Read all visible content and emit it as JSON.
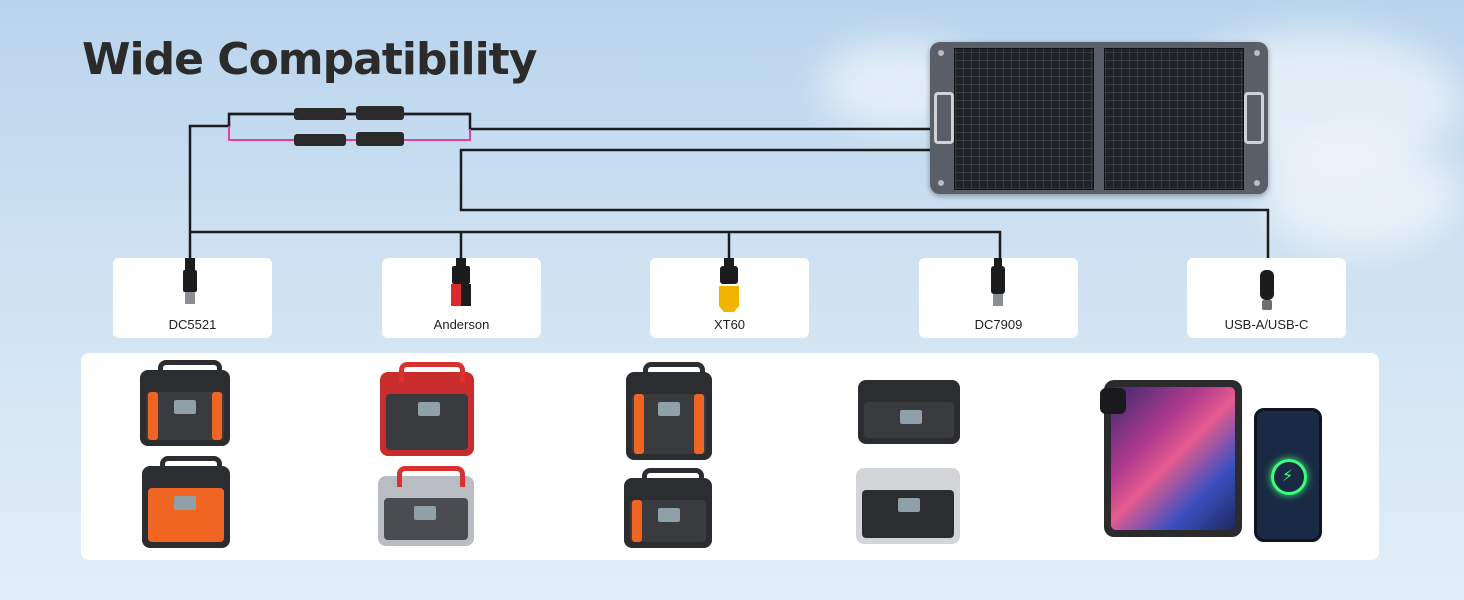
{
  "title": "Wide Compatibility",
  "connectors": [
    {
      "label": "DC5521",
      "icon": "dc5521-plug-icon"
    },
    {
      "label": "Anderson",
      "icon": "anderson-plug-icon"
    },
    {
      "label": "XT60",
      "icon": "xt60-plug-icon"
    },
    {
      "label": "DC7909",
      "icon": "dc7909-plug-icon"
    },
    {
      "label": "USB-A/USB-C",
      "icon": "usb-c-plug-icon"
    }
  ],
  "colors": {
    "cable": "#1c1c1c",
    "pink_wire": "#e0409a",
    "xt60_yellow": "#f0b400",
    "anderson_red": "#d92b2b",
    "station_orange": "#f06522",
    "text": "#2b2b2b"
  }
}
